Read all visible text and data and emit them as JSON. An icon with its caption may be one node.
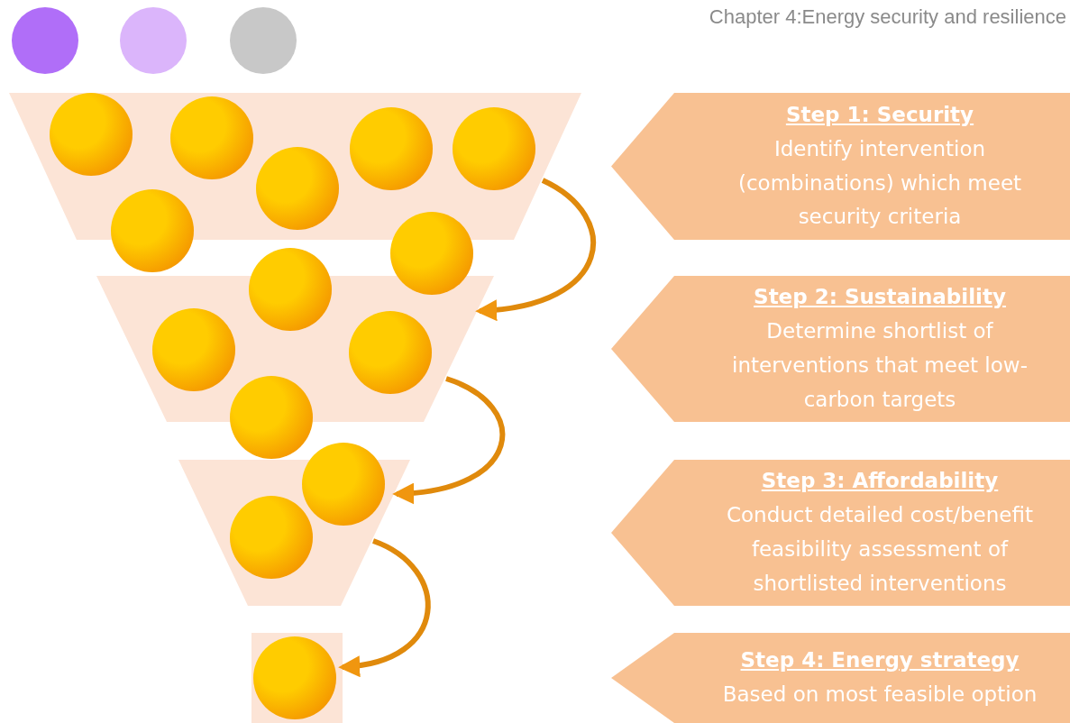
{
  "diagram": {
    "nodes": [
      {
        "text": [],
        "shape": "trapezoid"
      },
      {
        "text": [],
        "shape": "trapezoid"
      },
      {
        "text": [],
        "shape": "trapezoid"
      },
      {
        "text": [],
        "shape": "box"
      },
      {
        "text": [
          "Step 1: Security",
          "Identify intervention (combinations) which meet security criteria"
        ]
      },
      {
        "text": [
          "Step 2: Sustainability",
          "Determine shortlist of interventions that meet low-carbon targets"
        ]
      },
      {
        "text": [
          "Step 3: Affordability",
          "Conduct detailed cost/benefit feasibility assessment of shortlisted interventions"
        ]
      },
      {
        "text": [
          "Step 4: Energy strategy",
          "Based on most feasible option"
        ]
      }
    ],
    "edges": [
      {
        "from": 0,
        "to": 1,
        "arrow": "to"
      },
      {
        "from": 1,
        "to": 2,
        "arrow": "to"
      },
      {
        "from": 2,
        "to": 3,
        "arrow": "to"
      }
    ],
    "labels": [
      "Chapter 4:Energy security and resilience"
    ]
  }
}
